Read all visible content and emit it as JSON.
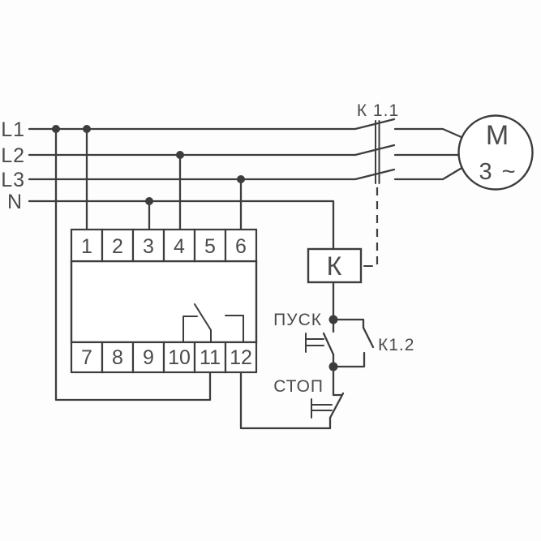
{
  "colors": {
    "line": "#3d3d3d",
    "text": "#4b4b4b",
    "background": "#fdfdfd"
  },
  "power_lines": {
    "labels": [
      "L1",
      "L2",
      "L3",
      "N"
    ]
  },
  "device": {
    "terminals_top": [
      "1",
      "2",
      "3",
      "4",
      "5",
      "6"
    ],
    "terminals_bottom": [
      "7",
      "8",
      "9",
      "10",
      "11",
      "12"
    ]
  },
  "contactor": {
    "coil_label": "К",
    "main_contacts_label": "К 1.1",
    "aux_contact_label": "К1.2"
  },
  "buttons": {
    "start_label": "ПУСК",
    "stop_label": "СТОП"
  },
  "motor": {
    "letter": "М",
    "phase_label": "3 ~"
  }
}
